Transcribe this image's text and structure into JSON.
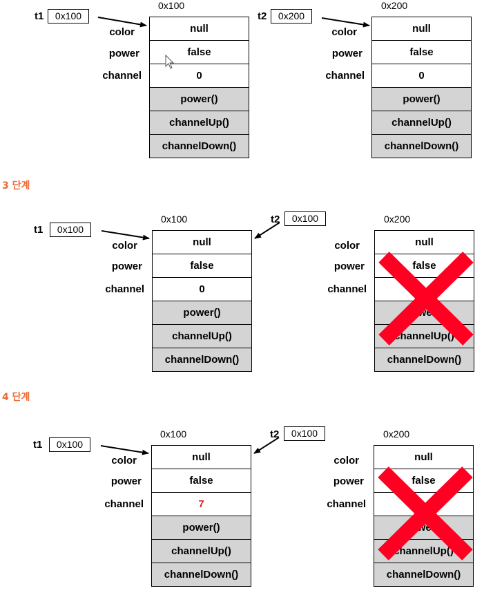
{
  "stage_titles": {
    "s3": "3 단계",
    "s4": "4 단계"
  },
  "vars": {
    "t1": "t1",
    "t2": "t2"
  },
  "addresses": {
    "a1": "0x100",
    "a2": "0x200"
  },
  "field_labels": {
    "color": "color",
    "power": "power",
    "channel": "channel"
  },
  "stage2": {
    "t1_ref": "0x100",
    "t2_ref": "0x200",
    "obj1": {
      "addr": "0x100",
      "color": "null",
      "power": "false",
      "channel": "0"
    },
    "obj2": {
      "addr": "0x200",
      "color": "null",
      "power": "false",
      "channel": "0"
    }
  },
  "stage3": {
    "t1_ref": "0x100",
    "t2_ref": "0x100",
    "obj1": {
      "addr": "0x100",
      "color": "null",
      "power": "false",
      "channel": "0"
    },
    "obj2": {
      "addr": "0x200",
      "color": "null",
      "power": "false",
      "channel": ""
    }
  },
  "stage4": {
    "t1_ref": "0x100",
    "t2_ref": "0x100",
    "obj1": {
      "addr": "0x100",
      "color": "null",
      "power": "false",
      "channel": "7"
    },
    "obj2": {
      "addr": "0x200",
      "color": "null",
      "power": "false",
      "channel": ""
    }
  },
  "methods": {
    "m1": "power()",
    "m2": "channelUp()",
    "m3": "channelDown()"
  },
  "colors": {
    "stage_title": "#ec6a35",
    "method_fill": "#d4d4d4",
    "changed_value": "#e02020",
    "cross": "#ff0022"
  }
}
